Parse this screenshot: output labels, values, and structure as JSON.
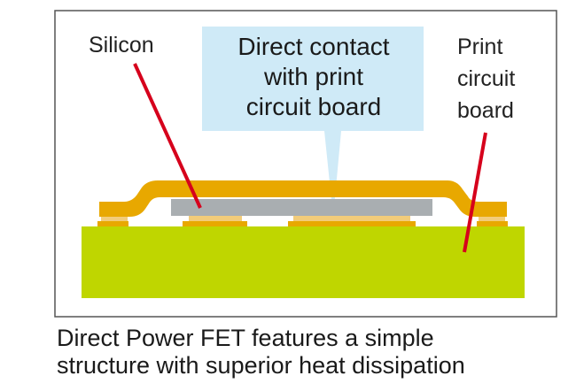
{
  "diagram": {
    "labels": {
      "silicon": "Silicon",
      "pcb_line1": "Print",
      "pcb_line2": "circuit",
      "pcb_line3": "board",
      "callout_line1": "Direct contact",
      "callout_line2": "with print",
      "callout_line3": "circuit board"
    },
    "caption_line1": "Direct Power FET features a simple",
    "caption_line2": "structure with superior heat dissipation",
    "colors": {
      "board": "#bfd600",
      "lead": "#e8a800",
      "pad_light": "#f2cc7a",
      "silicon": "#a9aeb1",
      "callout": "#cfeaf7",
      "pointer_line": "#d6001c"
    }
  }
}
